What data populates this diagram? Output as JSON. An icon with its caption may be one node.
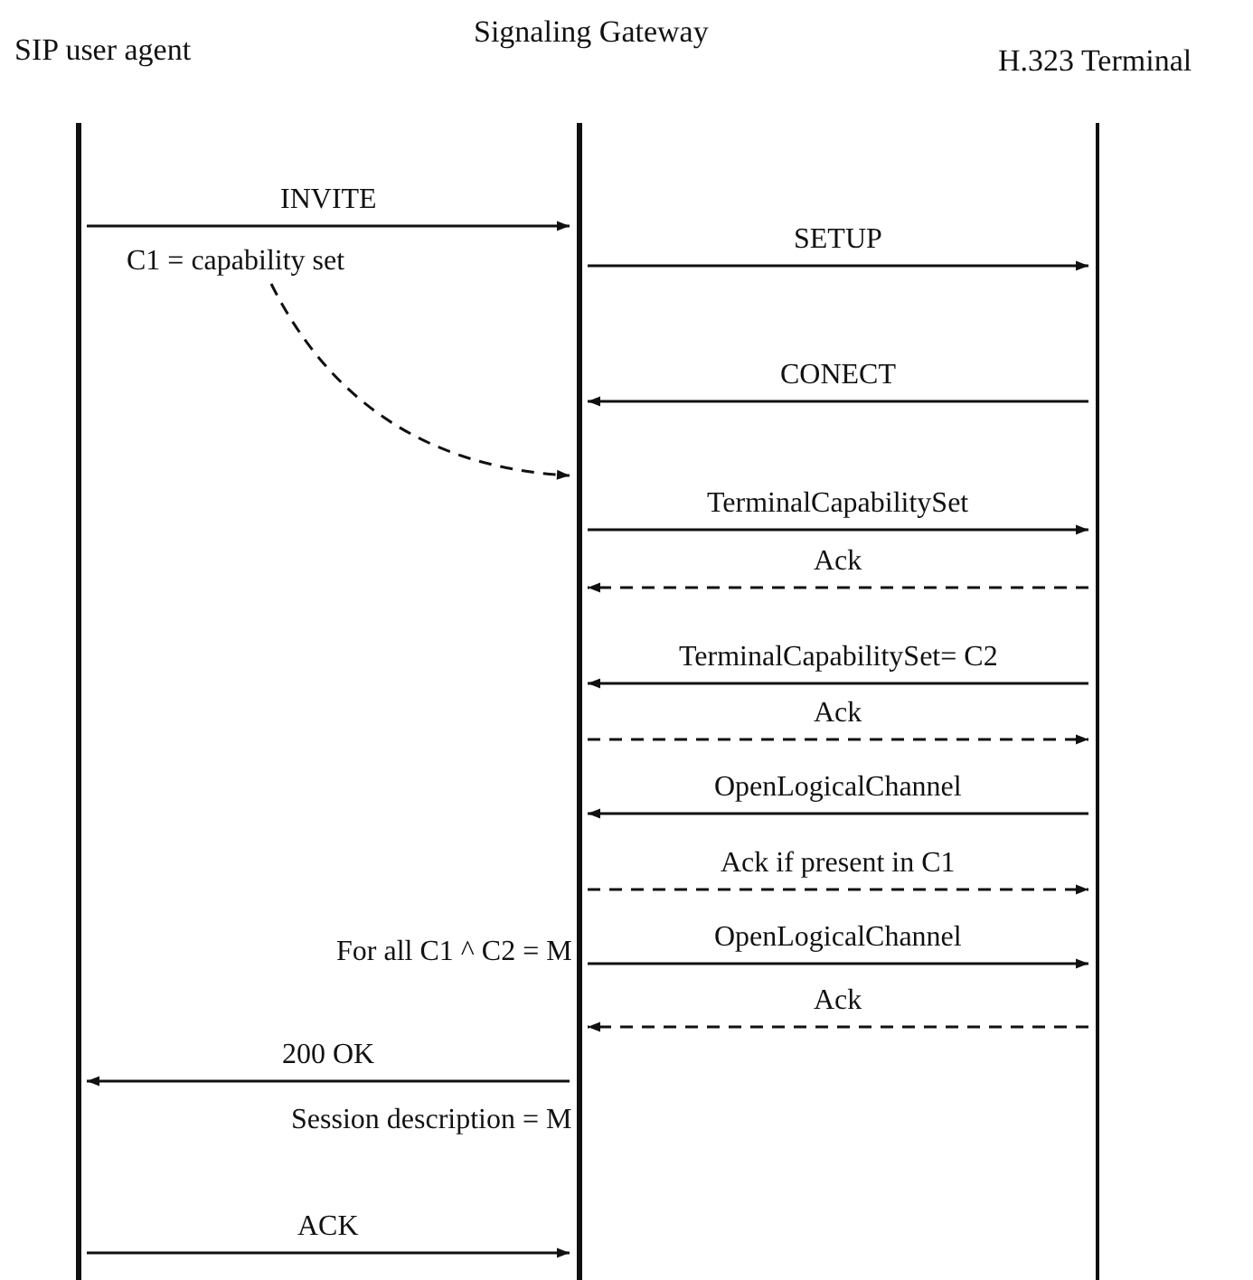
{
  "diagram": {
    "nodes": [
      {
        "text": [
          "SIP user agent"
        ]
      },
      {
        "text": [
          "Signaling Gateway"
        ]
      },
      {
        "text": [
          "H.323 Terminal"
        ]
      },
      {
        "text": [
          "C1 = capability set"
        ]
      }
    ],
    "edges": [
      {
        "from": 0,
        "to": 1,
        "arrow": "to",
        "label": "INVITE"
      },
      {
        "from": 1,
        "to": 2,
        "arrow": "to",
        "label": "SETUP"
      },
      {
        "from": 2,
        "to": 1,
        "arrow": "to",
        "label": "CONECT"
      },
      {
        "from": 1,
        "to": 2,
        "arrow": "to",
        "label": "TerminalCapabilitySet"
      },
      {
        "from": 2,
        "to": 1,
        "arrow": "to",
        "label": "Ack",
        "style": "dashed"
      },
      {
        "from": 2,
        "to": 1,
        "arrow": "to",
        "label": "TerminalCapabilitySet= C2"
      },
      {
        "from": 1,
        "to": 2,
        "arrow": "to",
        "label": "Ack",
        "style": "dashed"
      },
      {
        "from": 2,
        "to": 1,
        "arrow": "to",
        "label": "OpenLogicalChannel"
      },
      {
        "from": 1,
        "to": 2,
        "arrow": "to",
        "label": "Ack  if present in C1",
        "style": "dashed"
      },
      {
        "from": 1,
        "to": 2,
        "arrow": "to",
        "label": "OpenLogicalChannel"
      },
      {
        "from": 2,
        "to": 1,
        "arrow": "to",
        "label": "Ack",
        "style": "dashed"
      },
      {
        "from": 1,
        "to": 0,
        "arrow": "to",
        "label": "200 OK"
      },
      {
        "from": 0,
        "to": 1,
        "arrow": "to",
        "label": "ACK"
      },
      {
        "from": 3,
        "to": 1,
        "arrow": "to",
        "style": "dashed"
      }
    ],
    "labels": [
      "For all C1 ^ C2 = M",
      "Session description = M"
    ]
  }
}
